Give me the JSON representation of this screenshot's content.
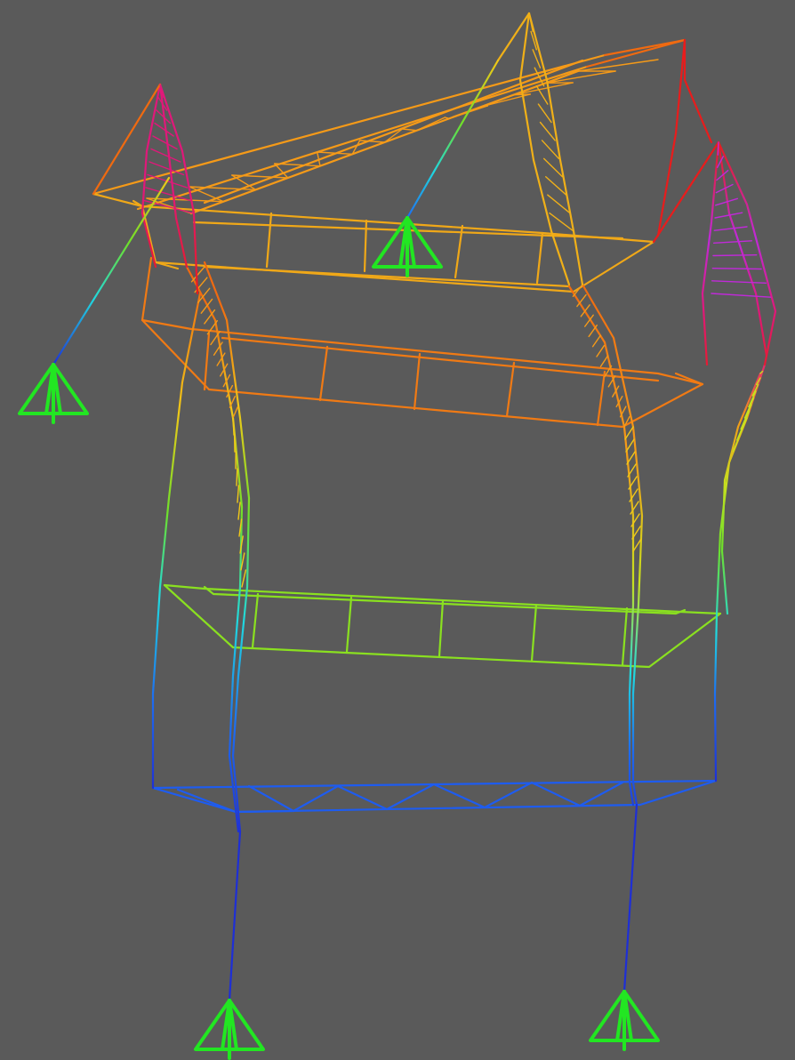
{
  "viewport": {
    "background_color": "#5a5a5a",
    "render_mode": "wireframe",
    "content": "deformed-structure-model"
  },
  "colors": {
    "support": "#22e622",
    "scale": [
      "#1e2fd6",
      "#1e6cf0",
      "#20d8e0",
      "#6ee02a",
      "#c8e01e",
      "#f0c818",
      "#f59a18",
      "#f06a10",
      "#e81c1c",
      "#e0187a",
      "#c02ad8"
    ]
  },
  "supports": [
    {
      "name": "support-left-cantilever",
      "type": "pinned"
    },
    {
      "name": "support-top-center",
      "type": "pinned"
    },
    {
      "name": "support-bottom-left",
      "type": "pinned"
    },
    {
      "name": "support-bottom-right",
      "type": "pinned"
    }
  ],
  "legend": {}
}
